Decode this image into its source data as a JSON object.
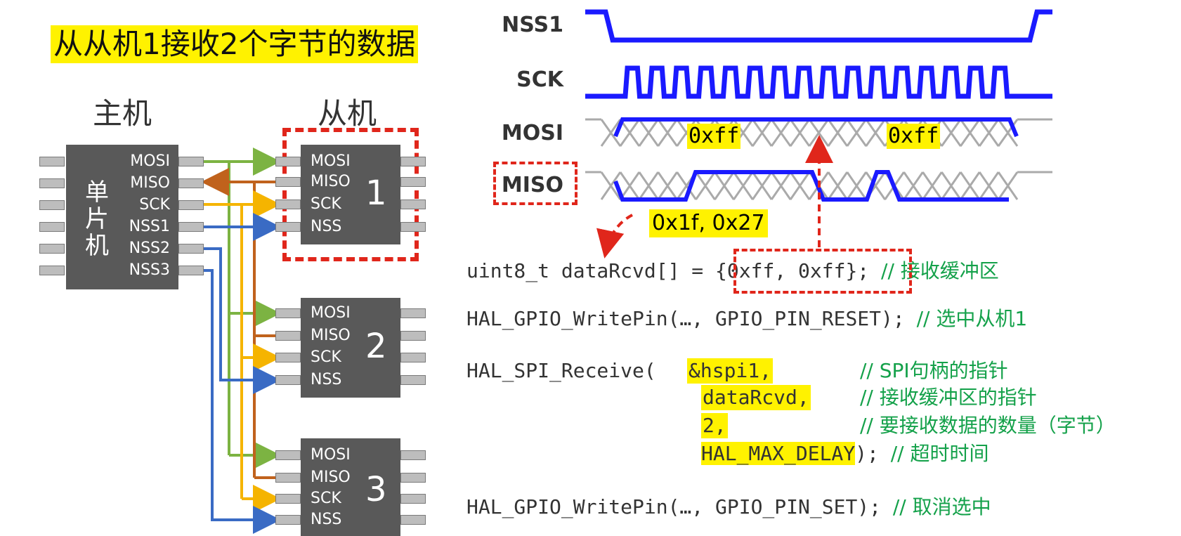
{
  "title": "从从机1接收2个字节的数据",
  "master_header": "主机",
  "slave_header": "从机",
  "mcu": {
    "label_chars": [
      "单",
      "片",
      "机"
    ],
    "pins": [
      "MOSI",
      "MISO",
      "SCK",
      "NSS1",
      "NSS2",
      "NSS3"
    ]
  },
  "slaves": [
    {
      "number": "1",
      "pins": [
        "MOSI",
        "MISO",
        "SCK",
        "NSS"
      ]
    },
    {
      "number": "2",
      "pins": [
        "MOSI",
        "MISO",
        "SCK",
        "NSS"
      ]
    },
    {
      "number": "3",
      "pins": [
        "MOSI",
        "MISO",
        "SCK",
        "NSS"
      ]
    }
  ],
  "timing": {
    "signals": [
      "NSS1",
      "SCK",
      "MOSI",
      "MISO"
    ],
    "mosi_byte1": "0xff",
    "mosi_byte2": "0xff",
    "miso_values": "0x1f, 0x27"
  },
  "code": {
    "line1_pre": "uint8_t dataRcvd[] = ",
    "line1_init": "{0xff, 0xff};",
    "line1_comment": "// 接收缓冲区",
    "line2_code": "HAL_GPIO_WritePin(…, GPIO_PIN_RESET);",
    "line2_comment": "// 选中从机1",
    "line3_func": "HAL_SPI_Receive(",
    "arg1": "&hspi1,",
    "arg1_comment": "// SPI句柄的指针",
    "arg2": "dataRcvd,",
    "arg2_comment": "// 接收缓冲区的指针",
    "arg3": "2,",
    "arg3_comment": "// 要接收数据的数量（字节）",
    "arg4": "HAL_MAX_DELAY",
    "arg4_close": ");",
    "arg4_comment": "// 超时时间",
    "line4_code": "HAL_GPIO_WritePin(…, GPIO_PIN_SET);",
    "line4_comment": "// 取消选中"
  },
  "colors": {
    "mosi_wire": "#7cb342",
    "miso_wire": "#c0621c",
    "sck_wire": "#f5b400",
    "nss_wire": "#3a6bc4",
    "waveform": "#1a1aff",
    "highlight": "#fff200",
    "dash_red": "#e0261b",
    "comment_green": "#14a14a"
  }
}
